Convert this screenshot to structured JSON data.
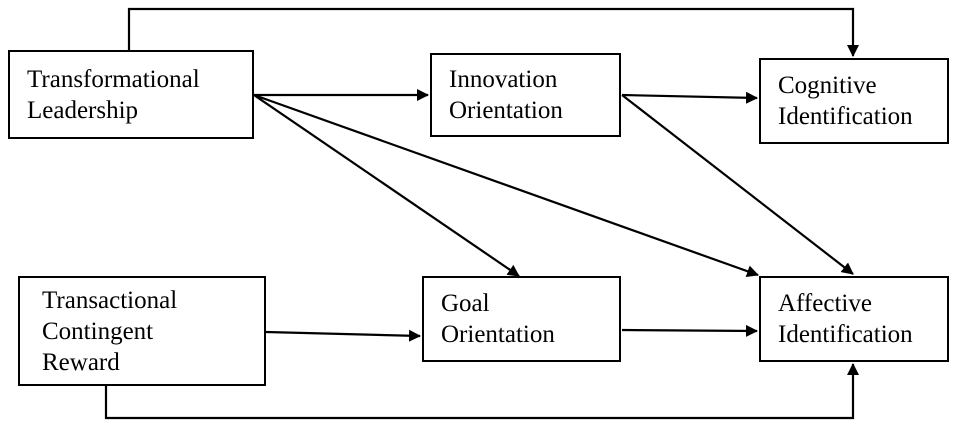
{
  "nodes": {
    "transformational_leadership": {
      "lines": [
        "Transformational",
        "Leadership"
      ]
    },
    "innovation_orientation": {
      "lines": [
        "Innovation",
        "Orientation"
      ]
    },
    "cognitive_identification": {
      "lines": [
        "Cognitive",
        "Identification"
      ]
    },
    "transactional_contingent_reward": {
      "lines": [
        "Transactional",
        "Contingent",
        "Reward"
      ]
    },
    "goal_orientation": {
      "lines": [
        "Goal",
        "Orientation"
      ]
    },
    "affective_identification": {
      "lines": [
        "Affective",
        "Identification"
      ]
    }
  },
  "edges": [
    {
      "from": "transformational_leadership",
      "to": "cognitive_identification",
      "routing": "over-top"
    },
    {
      "from": "transformational_leadership",
      "to": "innovation_orientation",
      "routing": "direct"
    },
    {
      "from": "transformational_leadership",
      "to": "goal_orientation",
      "routing": "direct"
    },
    {
      "from": "transformational_leadership",
      "to": "affective_identification",
      "routing": "direct"
    },
    {
      "from": "innovation_orientation",
      "to": "cognitive_identification",
      "routing": "direct"
    },
    {
      "from": "innovation_orientation",
      "to": "affective_identification",
      "routing": "direct"
    },
    {
      "from": "transactional_contingent_reward",
      "to": "goal_orientation",
      "routing": "direct"
    },
    {
      "from": "goal_orientation",
      "to": "affective_identification",
      "routing": "direct"
    },
    {
      "from": "transactional_contingent_reward",
      "to": "affective_identification",
      "routing": "under-bottom"
    }
  ],
  "colors": {
    "line": "#000000",
    "box_border": "#000000",
    "background": "#ffffff"
  }
}
